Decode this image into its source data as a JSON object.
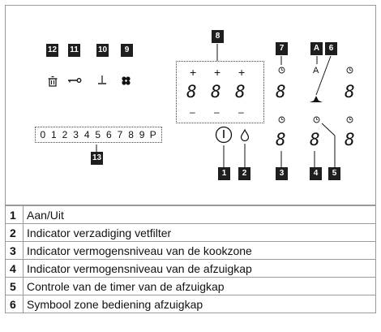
{
  "badges": {
    "b12": "12",
    "b11": "11",
    "b10": "10",
    "b9": "9",
    "b8": "8",
    "b7": "7",
    "bA": "A",
    "b6": "6",
    "b1": "1",
    "b2": "2",
    "b3": "3",
    "b4": "4",
    "b5": "5",
    "b13": "13"
  },
  "display": {
    "plus": "+",
    "minus": "–",
    "digit": "8",
    "letter_a": "A",
    "slider_levels": [
      "0",
      "1",
      "2",
      "3",
      "4",
      "5",
      "6",
      "7",
      "8",
      "9",
      "P"
    ]
  },
  "legend": [
    {
      "num": "1",
      "text": "Aan/Uit"
    },
    {
      "num": "2",
      "text": "Indicator verzadiging vetfilter"
    },
    {
      "num": "3",
      "text": "Indicator vermogensniveau van de kookzone"
    },
    {
      "num": "4",
      "text": "Indicator vermogensniveau van de afzuigkap"
    },
    {
      "num": "5",
      "text": "Controle van de timer van de afzuigkap"
    },
    {
      "num": "6",
      "text": "Symbool zone bediening afzuigkap"
    }
  ]
}
